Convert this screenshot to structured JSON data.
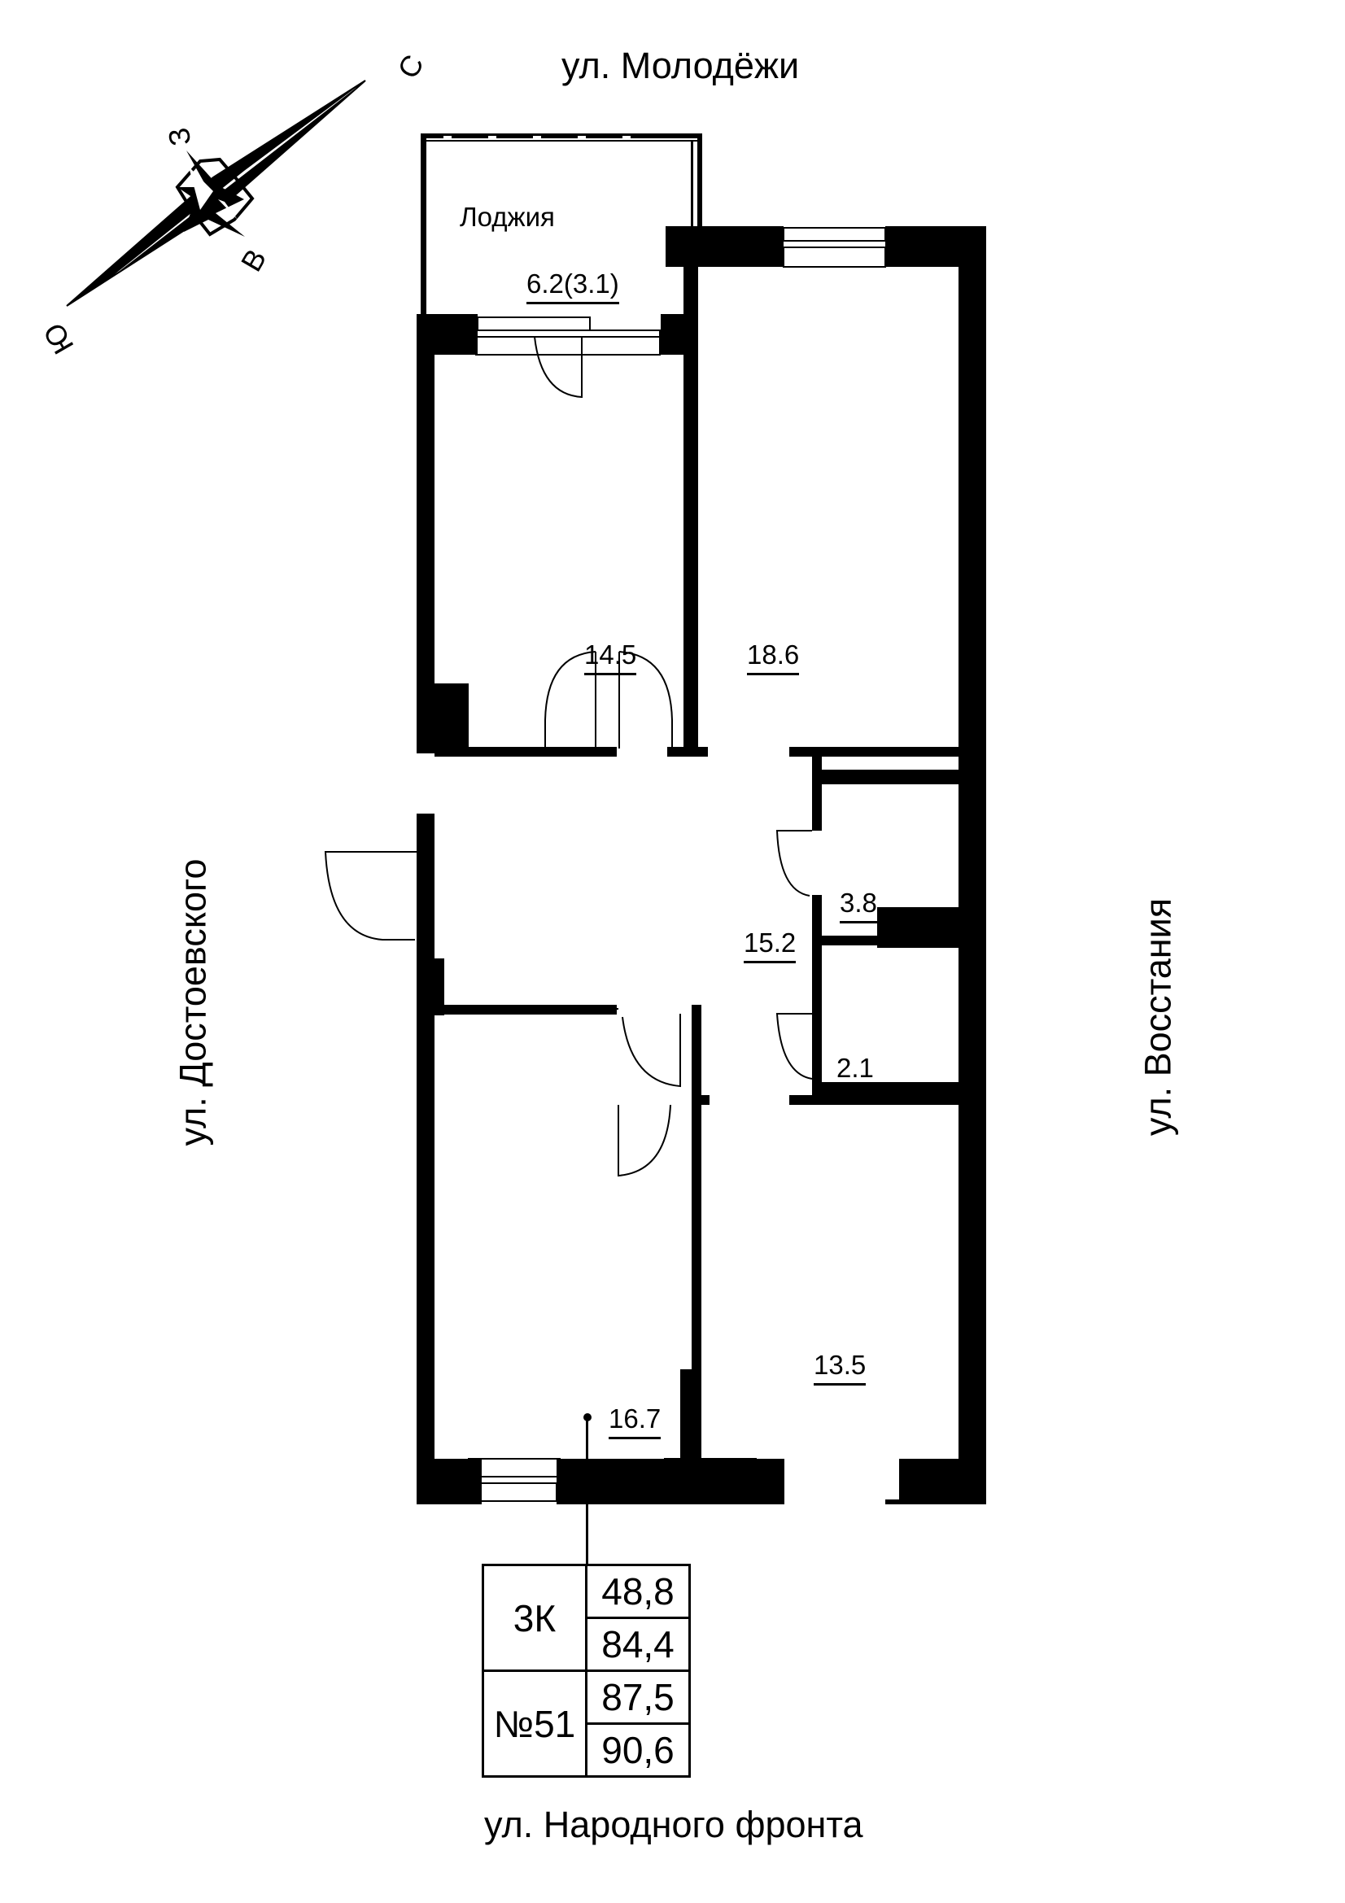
{
  "streets": {
    "north": "ул. Молодёжи",
    "south": "ул. Народного фронта",
    "west": "ул. Достоевского",
    "east": "ул. Восстания"
  },
  "compass": {
    "north": "С",
    "south": "Ю",
    "west": "З",
    "east": "В"
  },
  "rooms": [
    {
      "name": "Лоджия",
      "area": "6.2(3.1)"
    },
    {
      "name": "bedroom-north-west",
      "area": "14.5"
    },
    {
      "name": "room-north-east",
      "area": "18.6"
    },
    {
      "name": "hallway",
      "area": "15.2"
    },
    {
      "name": "bathroom",
      "area": "3.8"
    },
    {
      "name": "wc",
      "area": "2.1"
    },
    {
      "name": "room-south-west",
      "area": "16.7"
    },
    {
      "name": "room-south-east",
      "area": "13.5"
    }
  ],
  "loggia_label": "Лоджия",
  "info": {
    "type": "3К",
    "number": "№51",
    "values": [
      "48,8",
      "84,4",
      "87,5",
      "90,6"
    ]
  },
  "colors": {
    "wall": "#000000",
    "background": "#ffffff"
  }
}
